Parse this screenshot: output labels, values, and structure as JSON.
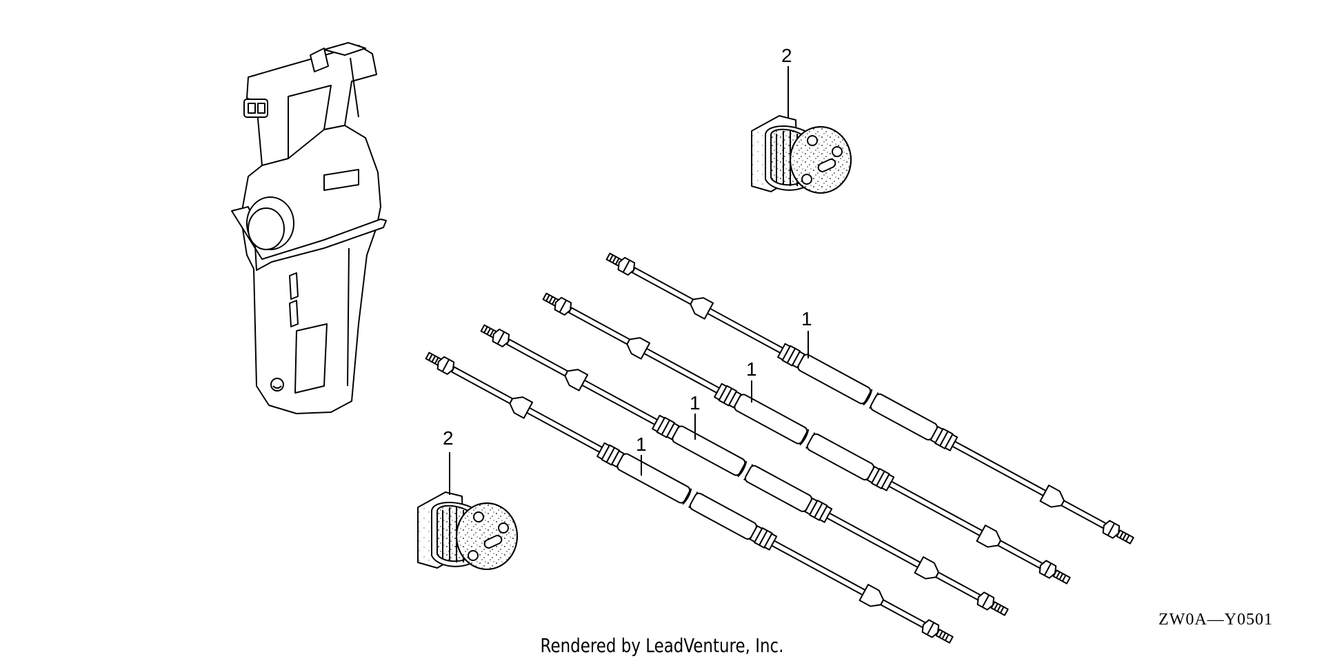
{
  "callouts": {
    "grommet_top": "2",
    "grommet_bottom": "2",
    "cable_1": "1",
    "cable_2": "1",
    "cable_3": "1",
    "cable_4": "1"
  },
  "diagram_code": "ZW0A—Y0501",
  "credit": "Rendered by LeadVenture, Inc."
}
